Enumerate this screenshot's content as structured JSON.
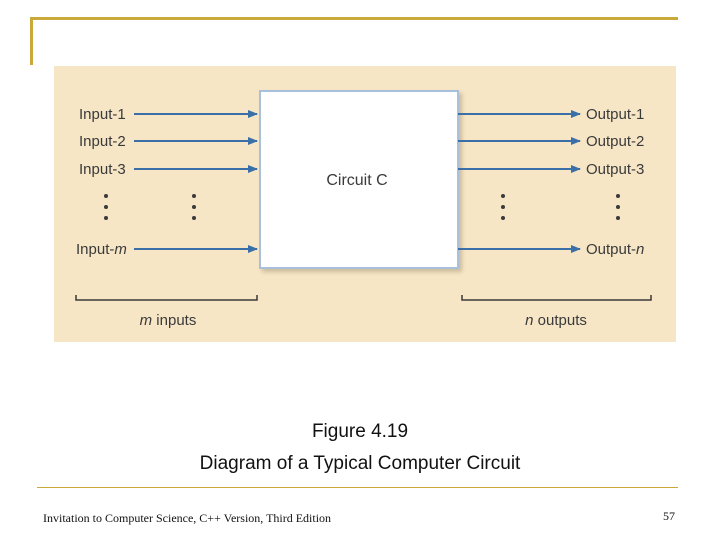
{
  "diagram": {
    "inputs": [
      "Input-1",
      "Input-2",
      "Input-3"
    ],
    "last_input": {
      "text": "Input-",
      "var": "m"
    },
    "outputs": [
      "Output-1",
      "Output-2",
      "Output-3"
    ],
    "last_output": {
      "text": "Output-",
      "var": "n"
    },
    "box_label": "Circuit C",
    "inputs_brace": {
      "var": "m",
      "text": " inputs"
    },
    "outputs_brace": {
      "var": "n",
      "text": " outputs"
    },
    "colors": {
      "background": "#f6e6c6",
      "arrow": "#3a6fa8",
      "box": "#ffffff",
      "box_border": "#a9c0da",
      "text": "#3a3a3a"
    }
  },
  "caption": {
    "line1": "Figure 4.19",
    "line2": "Diagram of a Typical Computer Circuit"
  },
  "footer": {
    "book": "Invitation to Computer Science, C++ Version, Third Edition",
    "page": "57"
  }
}
